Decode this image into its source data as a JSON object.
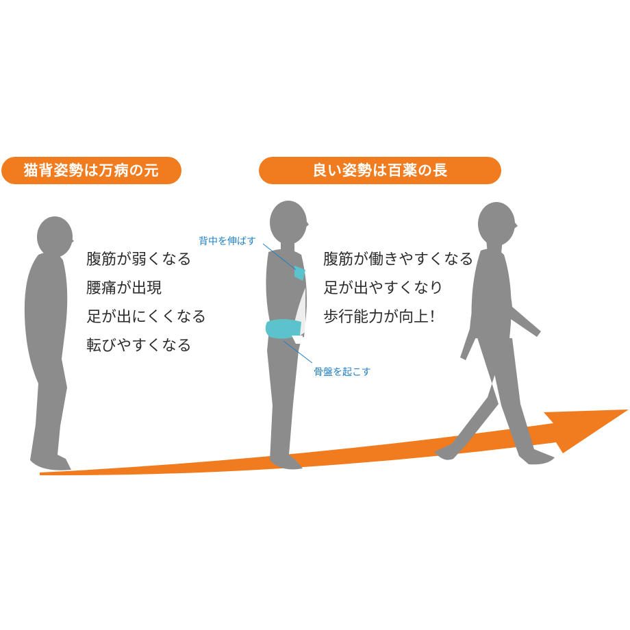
{
  "left_section": {
    "label": "猫背姿勢は万病の元",
    "effects": [
      "腹筋が弱くなる",
      "腰痛が出現",
      "足が出にくくなる",
      "転びやすくなる"
    ]
  },
  "right_section": {
    "label": "良い姿勢は百薬の長",
    "effects": [
      "腹筋が働きやすくなる",
      "足が出やすくなり",
      "歩行能力が向上！"
    ]
  },
  "annotations": {
    "back": "背中を伸ばす",
    "pelvis": "骨盤を起こす"
  },
  "figures": [
    "slouched-figure-icon",
    "upright-figure-icon",
    "walking-figure-icon"
  ],
  "colors": {
    "accent": "#F07C1F",
    "figure": "#8C8C8C",
    "highlight": "#5CC3CC",
    "note": "#1F7FC4",
    "text": "#2b2b2b"
  }
}
